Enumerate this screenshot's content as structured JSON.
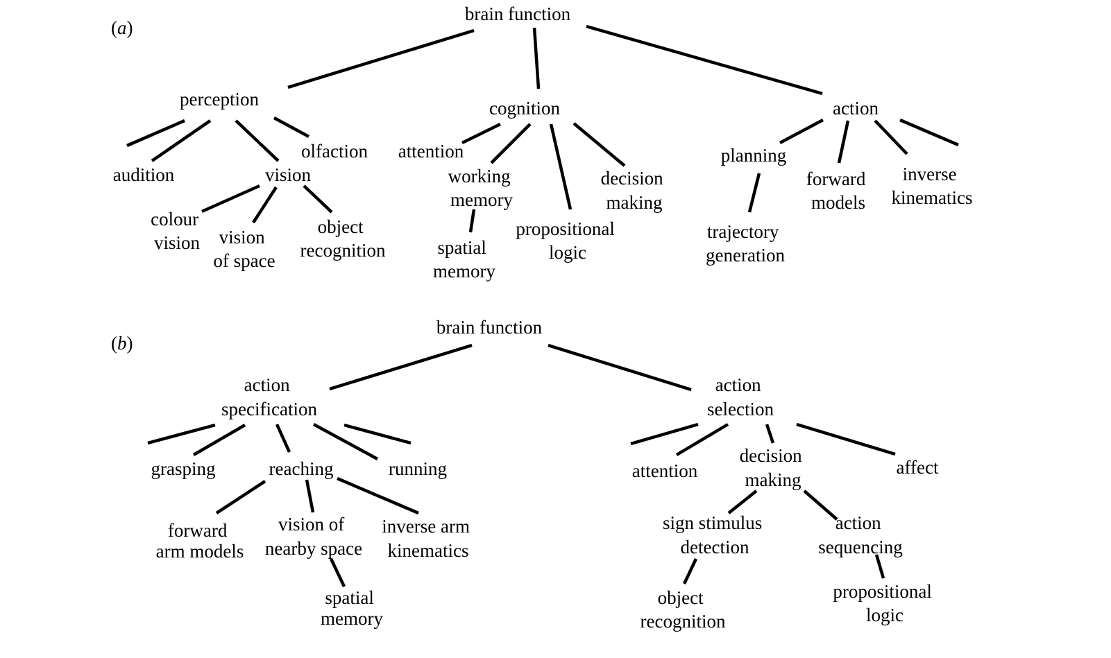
{
  "panel_a": {
    "label_open": "(",
    "label_letter": "a",
    "label_close": ")",
    "root": "brain function",
    "perception": "perception",
    "cognition": "cognition",
    "action": "action",
    "audition": "audition",
    "vision": "vision",
    "olfaction": "olfaction",
    "colour_vision": [
      "colour",
      "vision"
    ],
    "vision_of_space": [
      "vision",
      "of space"
    ],
    "object_recognition": [
      "object",
      "recognition"
    ],
    "attention": "attention",
    "working_memory": [
      "working",
      "memory"
    ],
    "spatial_memory": [
      "spatial",
      "memory"
    ],
    "propositional_logic": [
      "propositional",
      "logic"
    ],
    "decision_making": [
      "decision",
      "making"
    ],
    "planning": "planning",
    "trajectory_generation": [
      "trajectory",
      "generation"
    ],
    "forward_models": [
      "forward",
      "models"
    ],
    "inverse_kinematics": [
      "inverse",
      "kinematics"
    ]
  },
  "panel_b": {
    "label_open": "(",
    "label_letter": "b",
    "label_close": ")",
    "root": "brain function",
    "action_specification": [
      "action",
      "specification"
    ],
    "action_selection": [
      "action",
      "selection"
    ],
    "grasping": "grasping",
    "reaching": "reaching",
    "running": "running",
    "forward_arm_models": [
      "forward",
      "arm models"
    ],
    "vision_of_nearby_space": [
      "vision of",
      "nearby space"
    ],
    "inverse_arm_kinematics": [
      "inverse arm",
      "kinematics"
    ],
    "spatial_memory": [
      "spatial",
      "memory"
    ],
    "attention": "attention",
    "decision_making": [
      "decision",
      "making"
    ],
    "affect": "affect",
    "sign_stimulus_detection": [
      "sign stimulus",
      "detection"
    ],
    "action_sequencing": [
      "action",
      "sequencing"
    ],
    "object_recognition": [
      "object",
      "recognition"
    ],
    "propositional_logic": [
      "propositional",
      "logic"
    ]
  }
}
